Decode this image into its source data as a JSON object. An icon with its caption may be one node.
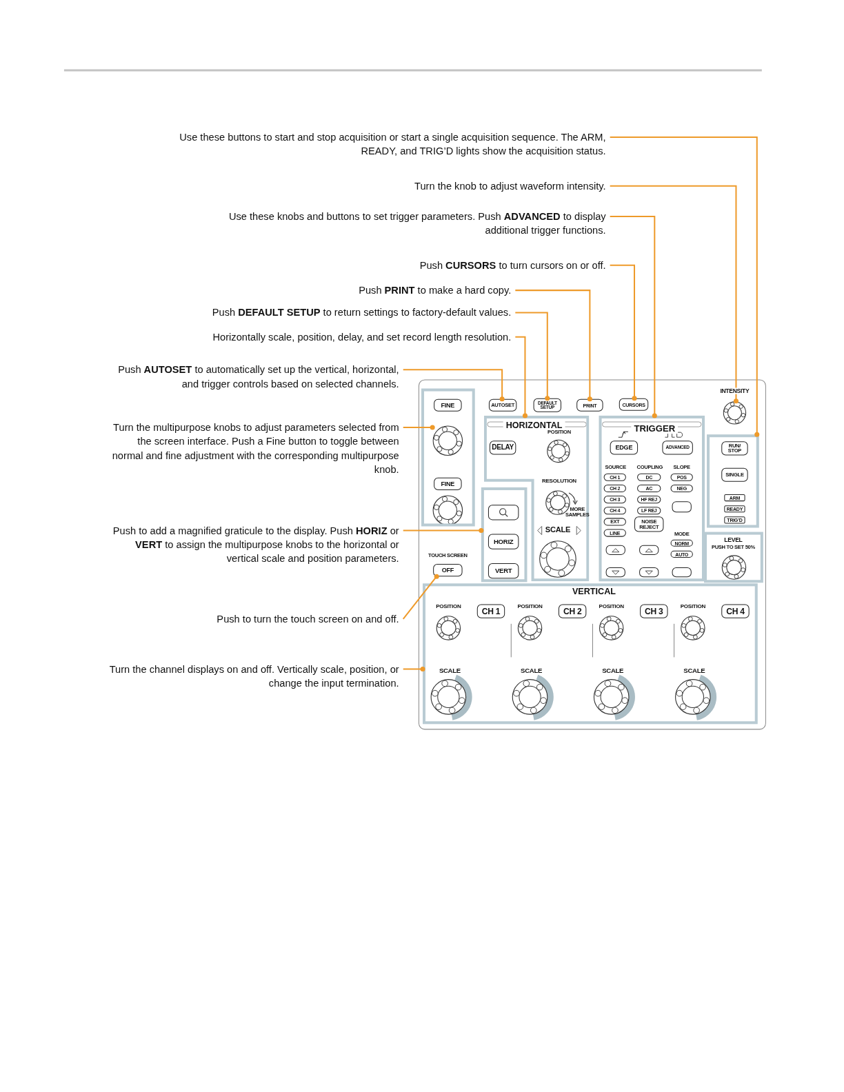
{
  "diagram": {
    "nodes": [
      {
        "text": [
          "Use these buttons to start and stop acquisition or start a single acquisition sequence. The ARM, READY, and TRIG’D lights show the acquisition status."
        ]
      },
      {
        "text": [
          "Turn the knob to adjust waveform intensity."
        ]
      },
      {
        "text": [
          "Use these knobs and buttons to set trigger parameters. Push **ADVANCED** to display additional trigger functions."
        ]
      },
      {
        "text": [
          "Push **CURSORS** to turn cursors on or off."
        ]
      },
      {
        "text": [
          "Push **PRINT** to make a hard copy."
        ]
      },
      {
        "text": [
          "Push **DEFAULT SETUP** to return settings to factory-default values."
        ]
      },
      {
        "text": [
          "Horizontally scale, position, delay, and set record length resolution."
        ]
      },
      {
        "text": [
          "Push **AUTOSET** to automatically set up the vertical, horizontal, and trigger controls based on selected channels."
        ]
      },
      {
        "text": [
          "Turn the multipurpose knobs to adjust parameters selected from the screen interface. Push a Fine button to toggle between normal and fine adjustment with the corresponding multipurpose knob."
        ]
      },
      {
        "text": [
          "Push to add a magnified graticule to the display. Push **HORIZ** or **VERT** to assign the multipurpose knobs to the horizontal or vertical scale and position parameters."
        ]
      },
      {
        "text": [
          "Push to turn the touch screen on and off."
        ]
      },
      {
        "text": [
          "Turn the channel displays on and off. Vertically scale, position, or change the input termination."
        ]
      },
      {
        "text": [],
        "shape": "box"
      },
      {
        "text": [],
        "shape": "box",
        "in": 12
      },
      {
        "text": [
          "FINE"
        ],
        "in": 13
      },
      {
        "text": [],
        "shape": "circle",
        "in": 13
      },
      {
        "text": [
          "FINE"
        ],
        "in": 13
      },
      {
        "text": [
          "AUTOSET"
        ],
        "in": 12
      },
      {
        "text": [
          "DEFAULT SETUP"
        ],
        "in": 12
      },
      {
        "text": [
          "PRINT"
        ],
        "in": 12
      },
      {
        "text": [
          "CURSORS"
        ],
        "in": 12
      },
      {
        "text": [],
        "shape": "circle",
        "beside": [
          "INTENSITY"
        ],
        "in": 12
      },
      {
        "text": [
          "HORIZONTAL"
        ],
        "in": 12
      },
      {
        "text": [
          "DELAY"
        ],
        "in": 22
      },
      {
        "text": [],
        "shape": "box",
        "in": 12
      },
      {
        "text": [],
        "shape": "box",
        "in": 24
      },
      {
        "text": [
          "HORIZ"
        ],
        "in": 24
      },
      {
        "text": [
          "VERT"
        ],
        "in": 24
      },
      {
        "text": [
          "TRIGGER"
        ],
        "in": 12
      },
      {
        "text": [
          "EDGE"
        ],
        "in": 28
      },
      {
        "text": [
          "ADVANCED"
        ],
        "in": 28
      },
      {
        "text": [
          "CH 1"
        ],
        "in": 28
      },
      {
        "text": [
          "CH 2"
        ],
        "in": 28
      },
      {
        "text": [
          "CH 3"
        ],
        "in": 28
      },
      {
        "text": [
          "CH 4"
        ],
        "in": 28
      },
      {
        "text": [
          "EXT"
        ],
        "in": 28
      },
      {
        "text": [
          "LINE"
        ],
        "in": 28
      },
      {
        "text": [
          "DC"
        ],
        "in": 28
      },
      {
        "text": [
          "AC"
        ],
        "in": 28
      },
      {
        "text": [
          "HF REJ"
        ],
        "in": 28
      },
      {
        "text": [
          "LF REJ"
        ],
        "in": 28
      },
      {
        "text": [
          "NOISE REJECT"
        ],
        "in": 28
      },
      {
        "text": [
          "POS"
        ],
        "in": 28
      },
      {
        "text": [
          "NEG"
        ],
        "in": 28
      },
      {
        "text": [],
        "shape": "box",
        "in": 28
      },
      {
        "text": [
          "NORM"
        ],
        "in": 28
      },
      {
        "text": [
          "AUTO"
        ],
        "in": 28
      },
      {
        "text": [],
        "shape": "box",
        "in": 28
      },
      {
        "text": [],
        "shape": "box",
        "in": 28
      },
      {
        "text": [],
        "shape": "box",
        "in": 28
      },
      {
        "text": [],
        "shape": "box",
        "in": 28
      },
      {
        "text": [],
        "shape": "box",
        "in": 28
      },
      {
        "text": [],
        "shape": "box",
        "in": 12
      },
      {
        "text": [
          "RUN/ STOP"
        ],
        "in": 52
      },
      {
        "text": [
          "SINGLE"
        ],
        "in": 52
      },
      {
        "text": [
          "ARM"
        ],
        "in": 52
      },
      {
        "text": [
          "READY"
        ],
        "in": 52
      },
      {
        "text": [
          "TRIG’D"
        ],
        "in": 52
      },
      {
        "text": [
          "OFF"
        ],
        "in": 12
      },
      {
        "text": [
          "VERTICAL"
        ],
        "in": 12
      },
      {
        "text": [
          "CH 1"
        ],
        "in": 59
      },
      {
        "text": [
          "CH 2"
        ],
        "in": 59
      },
      {
        "text": [
          "CH 3"
        ],
        "in": 59
      },
      {
        "text": [
          "CH 4"
        ],
        "in": 59
      }
    ],
    "edges": [
      {
        "from": 0,
        "to": 52,
        "arrow": "other"
      },
      {
        "from": 1,
        "to": 21,
        "arrow": "other"
      },
      {
        "from": 2,
        "to": 28,
        "arrow": "other"
      },
      {
        "from": 3,
        "to": 20,
        "arrow": "other"
      },
      {
        "from": 4,
        "to": 19,
        "arrow": "other"
      },
      {
        "from": 5,
        "to": 18,
        "arrow": "other"
      },
      {
        "from": 6,
        "to": 22,
        "arrow": "other"
      },
      {
        "from": 7,
        "to": 17,
        "arrow": "other"
      },
      {
        "from": 8,
        "to": 15,
        "arrow": "other"
      },
      {
        "from": 9,
        "to": 24,
        "arrow": "other"
      },
      {
        "from": 10,
        "to": 58,
        "arrow": "other"
      },
      {
        "from": 11,
        "to": 59,
        "arrow": "other"
      }
    ],
    "labels": [
      "POSITION",
      "RESOLUTION",
      "MORE SAMPLES",
      "SCALE",
      "SOURCE",
      "COUPLING",
      "SLOPE",
      "MODE",
      "LEVEL",
      "PUSH TO SET 50%",
      "TOUCH SCREEN",
      "POSITION",
      "POSITION",
      "POSITION",
      "POSITION",
      "SCALE",
      "SCALE",
      "SCALE",
      "SCALE"
    ]
  }
}
